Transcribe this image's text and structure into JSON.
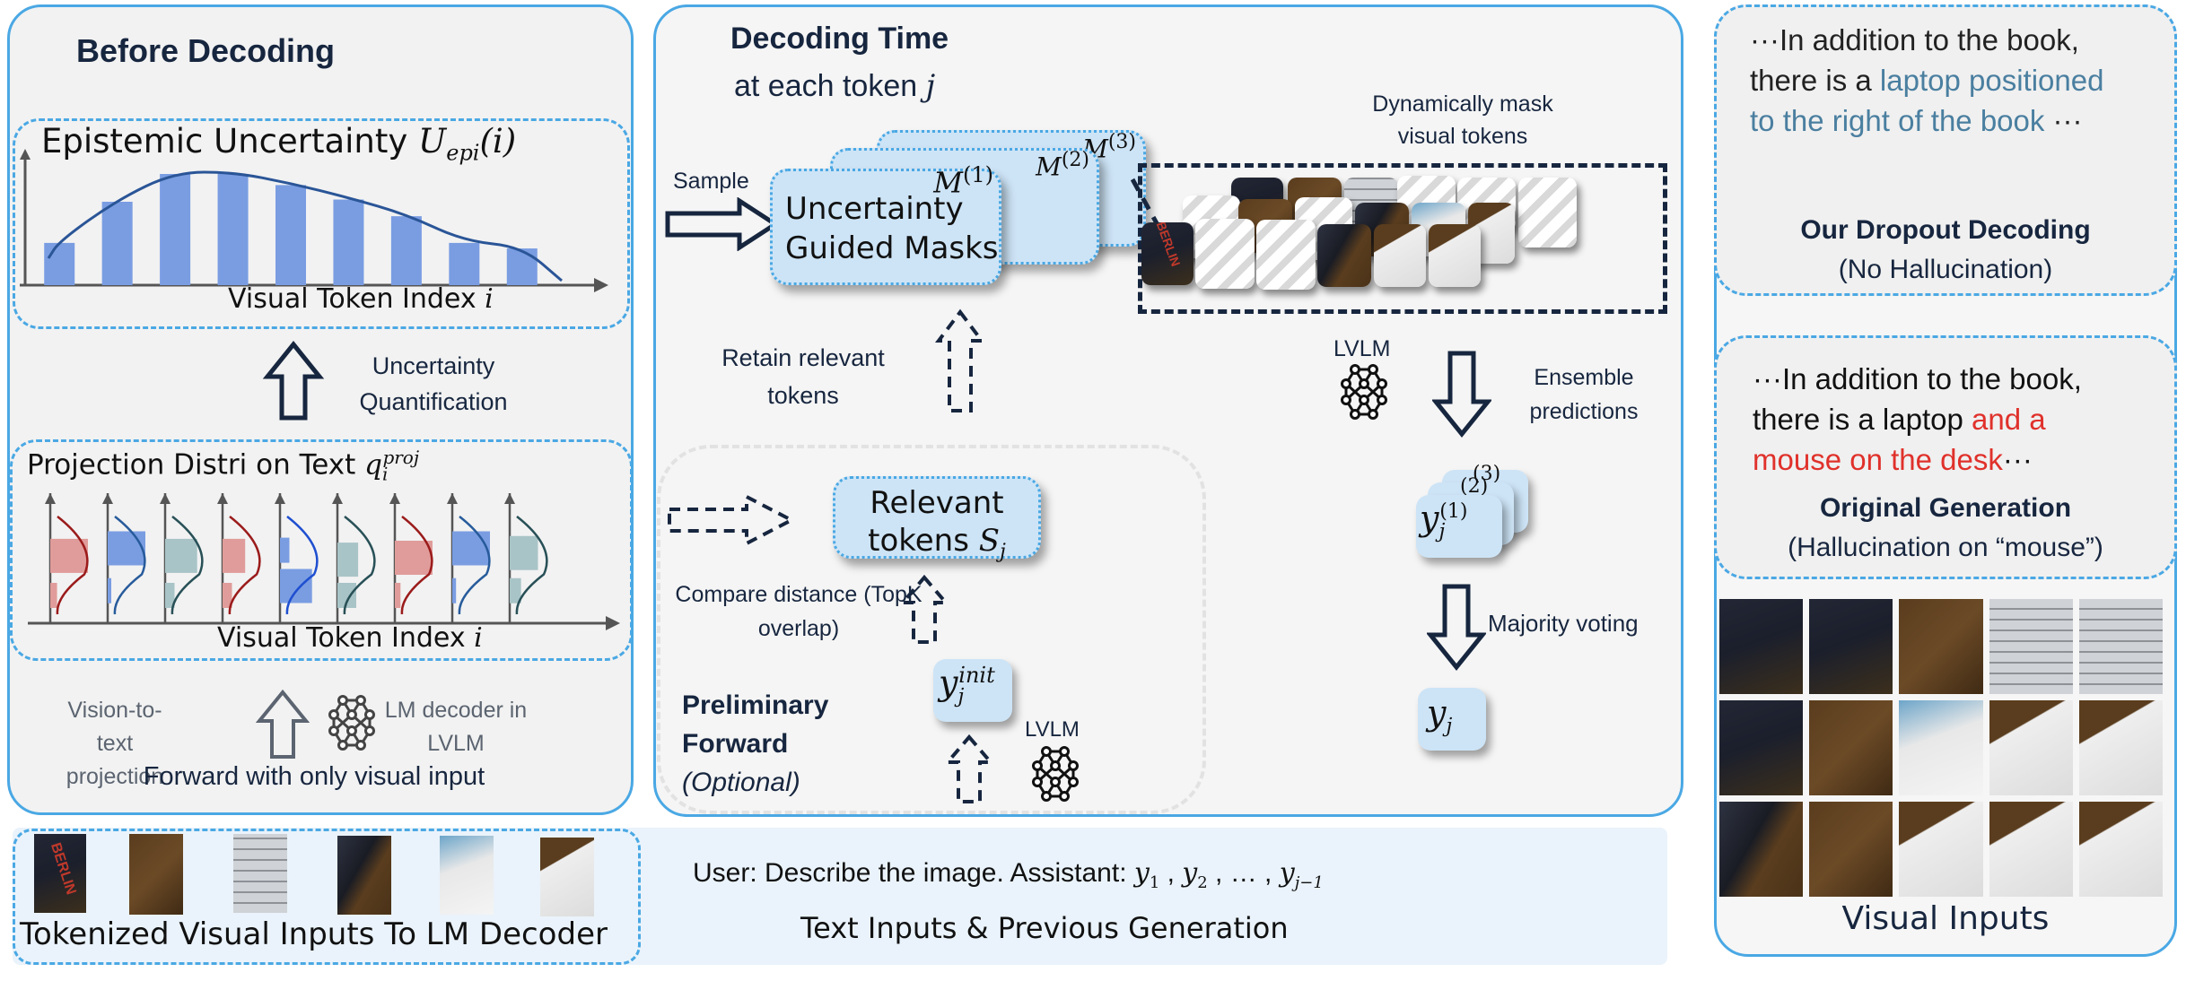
{
  "left_panel": {
    "title": "Before Decoding",
    "epistemic_chart": {
      "title_text": "Epistemic Uncertainty ",
      "title_math": "U",
      "title_math_sub": "epi",
      "title_math_arg": "(i)",
      "xlabel_text": "Visual Token Index ",
      "xlabel_math": "i"
    },
    "arrow_label_line1": "Uncertainty",
    "arrow_label_line2": "Quantification",
    "projection_chart": {
      "title_text": "Projection Distri on Text ",
      "title_math": "q",
      "title_math_sub": "i",
      "title_math_sup": "proj",
      "xlabel_text": "Visual Token Index ",
      "xlabel_math": "i"
    },
    "projection_label_line1": "Vision-to-text",
    "projection_label_line2": "projection",
    "lm_label_line1": "LM decoder in",
    "lm_label_line2": "LVLM",
    "forward_label": "Forward with only visual input"
  },
  "middle_panel": {
    "title": "Decoding Time",
    "subtitle_text": "at each token ",
    "subtitle_math": "j",
    "sample_label": "Sample",
    "mask_card_line1": "Uncertainty",
    "mask_card_line2": "Guided Masks",
    "mask_labels": [
      "M",
      "M",
      "M"
    ],
    "mask_sups": [
      "(1)",
      "(2)",
      "(3)"
    ],
    "dyn_mask_line1": "Dynamically mask",
    "dyn_mask_line2": "visual tokens",
    "retain_line1": "Retain relevant",
    "retain_line2": "tokens",
    "relevant_line1": "Relevant",
    "relevant_line2_text": "tokens ",
    "relevant_math": "S",
    "relevant_math_sub": "j",
    "compare_line1": "Compare distance (TopK",
    "compare_line2": "overlap)",
    "prelim_line1": "Preliminary",
    "prelim_line2": "Forward",
    "prelim_line3": "(Optional)",
    "yinit_math": "y",
    "yinit_sub": "j",
    "yinit_sup": "init",
    "lvlm_label": "LVLM",
    "lvlm_label_2": "LVLM",
    "ensemble_line1": "Ensemble",
    "ensemble_line2": "predictions",
    "ensemble_card_math": "y",
    "ensemble_card_sub": "j",
    "ensemble_card_sup": "(1)",
    "ensemble_back_sups": [
      "(2)",
      "(3)"
    ],
    "majority_label": "Majority voting",
    "final_math": "y",
    "final_sub": "j"
  },
  "bottom_bar": {
    "tokenized_label": "Tokenized Visual Inputs To LM Decoder",
    "prompt_text": "User: Describe the image.  Assistant: ",
    "prompt_math": "y",
    "prompt_subs": [
      "1",
      "2",
      "j−1"
    ],
    "prompt_sep": " , ",
    "prompt_ellipsis": "…",
    "section_label": "Text Inputs & Previous Generation"
  },
  "right_panel": {
    "ours": {
      "prefix": "···In addition to the book, there is a ",
      "highlight": "laptop positioned to the right of the book",
      "suffix": " ···",
      "title": "Our Dropout Decoding",
      "subtitle": "(No Hallucination)",
      "highlight_color": "#4a7fa0"
    },
    "original": {
      "prefix": "···In addition to the book, there is a laptop ",
      "highlight": "and a mouse on the desk",
      "suffix": "···",
      "title": "Original Generation",
      "subtitle": "(Hallucination on “mouse”)",
      "highlight_color": "#e0312b"
    },
    "visual_inputs_label": "Visual Inputs",
    "grid_rows": 3,
    "grid_cols": 5
  },
  "chart_data": [
    {
      "type": "bar",
      "title": "Epistemic Uncertainty U_epi(i)",
      "xlabel": "Visual Token Index i",
      "ylabel": "",
      "categories": [
        "1",
        "2",
        "3",
        "4",
        "5",
        "6",
        "7",
        "8",
        "9"
      ],
      "values": [
        0.38,
        0.75,
        1.0,
        1.0,
        0.9,
        0.77,
        0.62,
        0.38,
        0.33
      ],
      "trend_curve": true,
      "bar_color": "#7a9de2",
      "curve_color": "#2a5597"
    },
    {
      "type": "bar",
      "title": "Projection Distri on Text q_i^proj",
      "xlabel": "Visual Token Index i",
      "tokens": [
        {
          "color": "#e09c9a",
          "curve": "#9b1b1b",
          "bars": [
            {
              "pos": 0.62,
              "value": 1.0
            },
            {
              "pos": 0.2,
              "value": 0.18
            }
          ]
        },
        {
          "color": "#7a9de2",
          "curve": "#275b9b",
          "bars": [
            {
              "pos": 0.7,
              "value": 1.0
            },
            {
              "pos": 0.25,
              "value": 0.08
            }
          ]
        },
        {
          "color": "#a9c4c7",
          "curve": "#285057",
          "bars": [
            {
              "pos": 0.62,
              "value": 0.85
            },
            {
              "pos": 0.2,
              "value": 0.25
            }
          ]
        },
        {
          "color": "#e09c9a",
          "curve": "#9b1b1b",
          "bars": [
            {
              "pos": 0.62,
              "value": 0.6
            },
            {
              "pos": 0.2,
              "value": 0.25
            }
          ]
        },
        {
          "color": "#7a9de2",
          "curve": "#1f4fd0",
          "bars": [
            {
              "pos": 0.68,
              "value": 0.25
            },
            {
              "pos": 0.3,
              "value": 0.85
            }
          ]
        },
        {
          "color": "#a9c4c7",
          "curve": "#285057",
          "bars": [
            {
              "pos": 0.58,
              "value": 0.55
            },
            {
              "pos": 0.2,
              "value": 0.5
            }
          ]
        },
        {
          "color": "#e09c9a",
          "curve": "#9b1b1b",
          "bars": [
            {
              "pos": 0.6,
              "value": 1.0
            },
            {
              "pos": 0.2,
              "value": 0.15
            }
          ]
        },
        {
          "color": "#7a9de2",
          "curve": "#275b9b",
          "bars": [
            {
              "pos": 0.7,
              "value": 1.0
            },
            {
              "pos": 0.25,
              "value": 0.1
            }
          ]
        },
        {
          "color": "#a9c4c7",
          "curve": "#285057",
          "bars": [
            {
              "pos": 0.65,
              "value": 0.75
            },
            {
              "pos": 0.25,
              "value": 0.3
            }
          ]
        }
      ]
    }
  ]
}
